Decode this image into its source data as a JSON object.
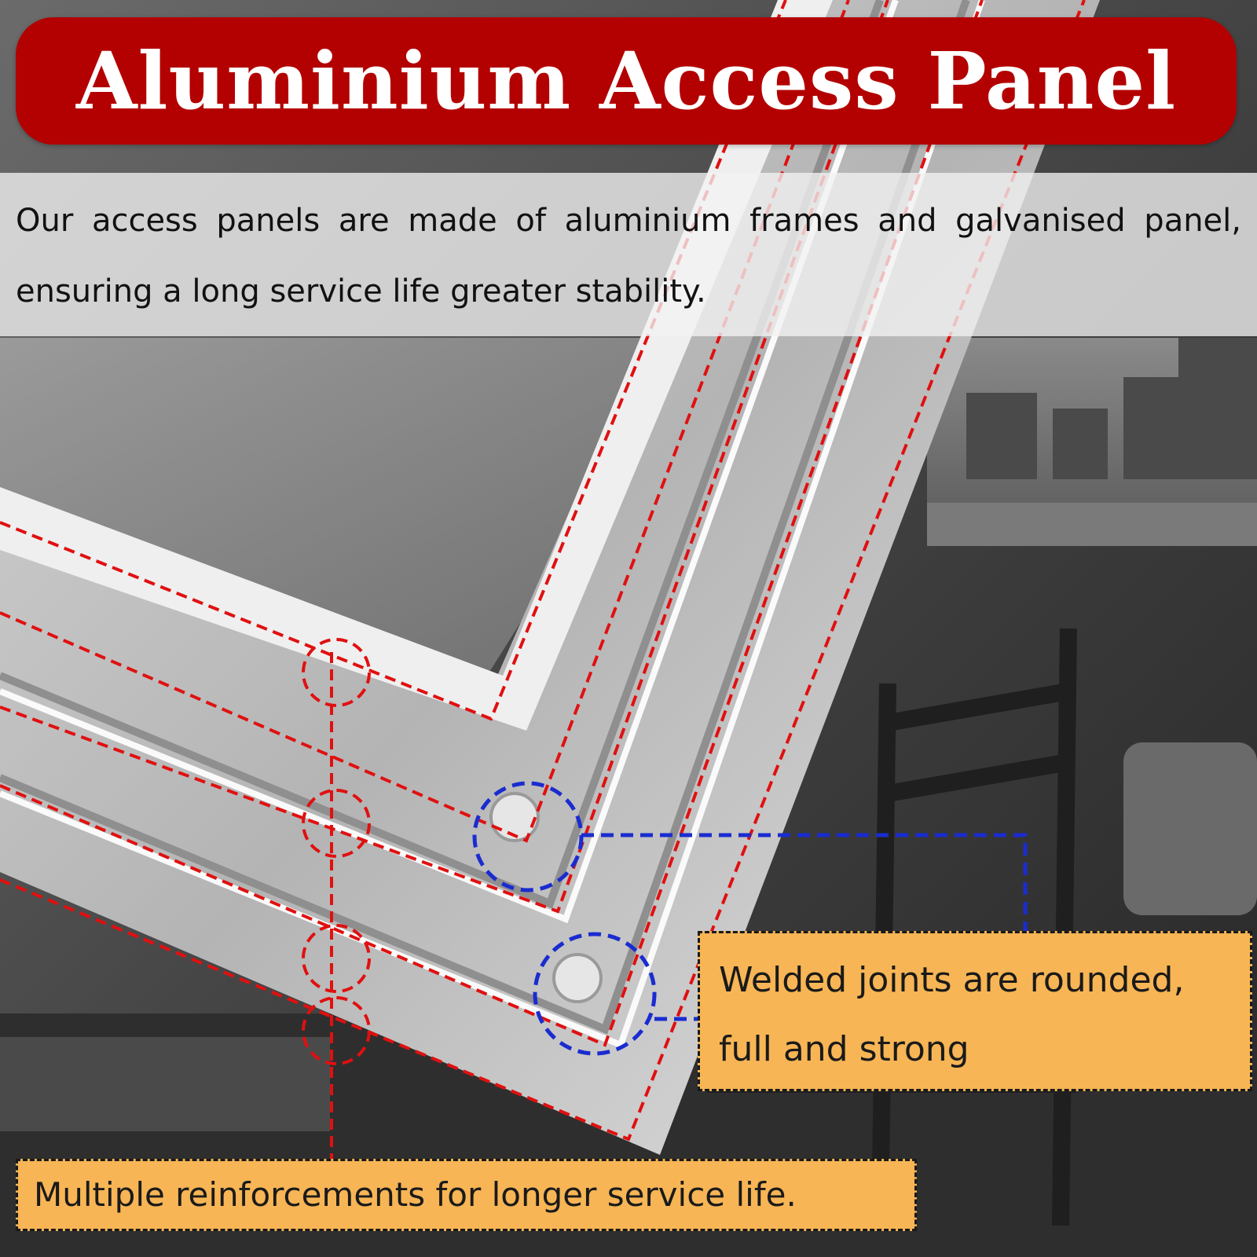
{
  "title": "Aluminium Access Panel",
  "intro": "Our access panels are made of aluminium frames and galvanised panel, ensuring a long service life greater stability.",
  "callouts": {
    "welded": {
      "line1": "Welded joints are rounded,",
      "line2": "full and strong"
    },
    "reinforcements": "Multiple reinforcements for longer service life."
  },
  "colors": {
    "banner": "#b30000",
    "callout_fill": "#f7b555",
    "red_guides": "#e01010",
    "blue_guides": "#1a2cd0"
  },
  "icons": {
    "weld_marker": "dashed-circle-icon"
  }
}
